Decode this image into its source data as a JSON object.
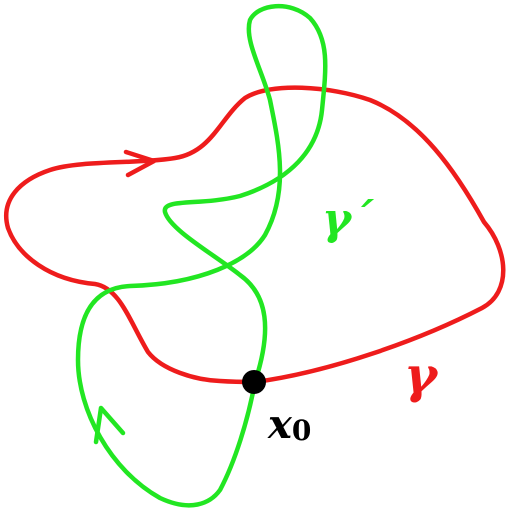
{
  "labels": {
    "gamma_red": "γ",
    "gamma_green": "γ´",
    "basepoint": "x",
    "basepoint_subscript": "0"
  },
  "colors": {
    "gamma_red": "#ee1c1c",
    "gamma_green": "#22e622",
    "point": "#000000",
    "label_black": "#000000",
    "background": "#ffffff"
  }
}
